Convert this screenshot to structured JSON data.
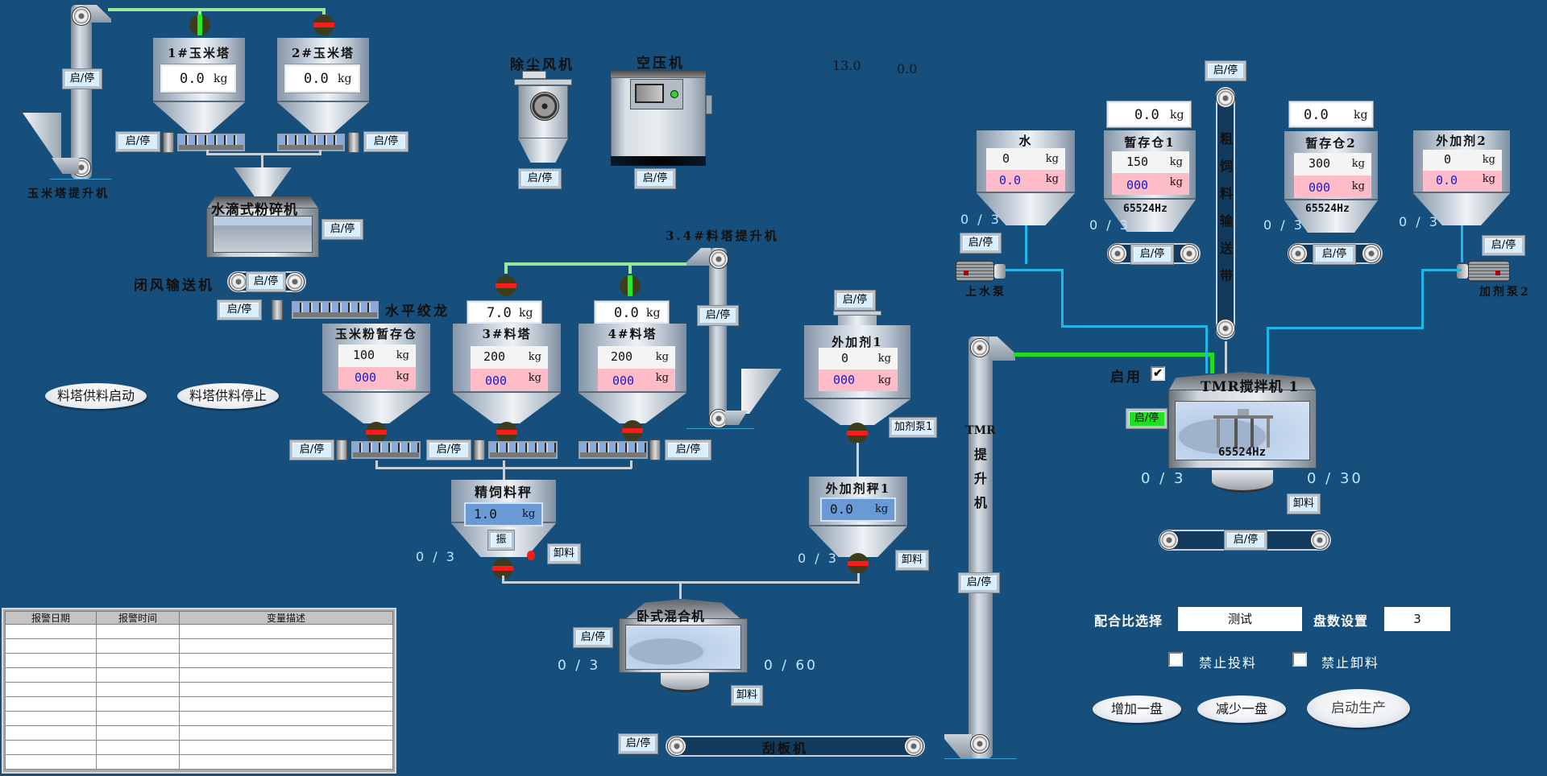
{
  "colors": {
    "background": "#174f7c",
    "button_bg": "#d9efff",
    "running_button": "#20e020",
    "valve_closed": "#ff1a1a",
    "valve_open": "#22ee22",
    "water_pipe": "#1fb7ea",
    "feed_pipe_active": "#22dd22",
    "setpoint_row": "#f4f4f4",
    "actual_row": "#fdbcc8"
  },
  "common": {
    "start_stop": "启/停",
    "unit_kg": "kg",
    "discharge": "卸料",
    "vibrate": "振"
  },
  "top_readouts": {
    "value_a": "13.0",
    "value_b": "0.0"
  },
  "corn_elevator": {
    "label": "玉米塔提升机",
    "button": "启/停"
  },
  "corn_tower_1": {
    "title": "1#玉米塔",
    "weight": "0.0",
    "unit": "kg",
    "valve": "open",
    "screw_button": "启/停"
  },
  "corn_tower_2": {
    "title": "2#玉米塔",
    "weight": "0.0",
    "unit": "kg",
    "valve": "closed",
    "screw_button": "启/停"
  },
  "crusher": {
    "title": "水滴式粉碎机",
    "button": "启/停"
  },
  "dust_fan": {
    "title": "除尘风机",
    "button": "启/停"
  },
  "air_compressor": {
    "title": "空压机",
    "button": "启/停",
    "status_light": "#22dd22"
  },
  "airlock_conveyor": {
    "label": "闭风输送机",
    "button": "启/停"
  },
  "horizontal_auger": {
    "label": "水平绞龙",
    "button": "启/停"
  },
  "feed_tower_elevator": {
    "label": "3.4#料塔提升机",
    "button": "启/停"
  },
  "corn_powder_bin": {
    "title": "玉米粉暂存仓",
    "setpoint": "100",
    "actual": "000",
    "unit": "kg",
    "screw_button": "启/停",
    "valve": "closed"
  },
  "feed_tower_3": {
    "title": "3#料塔",
    "weight": "7.0",
    "setpoint": "200",
    "actual": "000",
    "unit": "kg",
    "screw_button": "启/停",
    "valve_top": "closed",
    "valve_bottom": "closed"
  },
  "feed_tower_4": {
    "title": "4#料塔",
    "weight": "0.0",
    "setpoint": "200",
    "actual": "000",
    "unit": "kg",
    "screw_button": "启/停",
    "valve_top": "open",
    "valve_bottom": "closed"
  },
  "additive_1": {
    "title": "外加剂1",
    "setpoint": "0",
    "actual": "000",
    "unit": "kg",
    "top_button": "启/停",
    "pump_button": "加剂泵1"
  },
  "concentrate_scale": {
    "title": "精饲料秤",
    "weight": "1.0",
    "unit": "kg",
    "vibrate_button": "振",
    "discharge_button": "卸料",
    "count": "0 / 3"
  },
  "additive_scale_1": {
    "title": "外加剂秤1",
    "weight": "0.0",
    "unit": "kg",
    "discharge_button": "卸料",
    "count": "0 / 3"
  },
  "feed_supply": {
    "start_button": "料塔供料启动",
    "stop_button": "料塔供料停止"
  },
  "horizontal_mixer": {
    "title": "卧式混合机",
    "button": "启/停",
    "discharge_button": "卸料",
    "batch_count": "0 / 3",
    "timer": "0 / 60"
  },
  "scraper": {
    "label": "刮板机",
    "button": "启/停"
  },
  "tmr_elevator": {
    "label_top": "TMR",
    "label_chars": [
      "提",
      "升",
      "机"
    ],
    "button": "启/停"
  },
  "water": {
    "title": "水",
    "setpoint": "0",
    "actual": "0.0",
    "unit": "kg",
    "count": "0 / 3",
    "pump_label": "上水泵",
    "pump_button": "启/停"
  },
  "temp_bin_1": {
    "title": "暂存仓1",
    "weight": "0.0",
    "setpoint": "150",
    "actual": "000",
    "unit": "kg",
    "frequency": "65524Hz",
    "count": "0 / 3",
    "belt_button": "启/停"
  },
  "roughage_belt": {
    "label_chars": [
      "粗",
      "饲",
      "料",
      "输",
      "送",
      "带"
    ],
    "button": "启/停"
  },
  "temp_bin_2": {
    "title": "暂存仓2",
    "weight": "0.0",
    "setpoint": "300",
    "actual": "000",
    "unit": "kg",
    "frequency": "65524Hz",
    "count": "0 / 3",
    "belt_button": "启/停"
  },
  "additive_2": {
    "title": "外加剂2",
    "setpoint": "0",
    "actual": "0.0",
    "unit": "kg",
    "count": "0 / 3",
    "pump_label": "加剂泵2",
    "pump_button": "启/停"
  },
  "tmr_mixer": {
    "title": "TMR搅拌机 1",
    "enable_label": "启用",
    "enabled": true,
    "button": "启/停",
    "running": true,
    "frequency": "65524Hz",
    "batch_count": "0 / 3",
    "timer": "0 / 30",
    "discharge_button": "卸料",
    "belt_button": "启/停"
  },
  "production": {
    "recipe_label": "配合比选择",
    "recipe_value": "测试",
    "batch_label": "盘数设置",
    "batch_value": "3",
    "no_feed_label": "禁止投料",
    "no_feed_checked": false,
    "no_discharge_label": "禁止卸料",
    "no_discharge_checked": false,
    "add_batch": "增加一盘",
    "reduce_batch": "减少一盘",
    "start_production": "启动生产"
  },
  "alarm_table": {
    "columns": [
      "报警日期",
      "报警时间",
      "变量描述"
    ],
    "rows": [
      [
        "",
        "",
        ""
      ],
      [
        "",
        "",
        ""
      ],
      [
        "",
        "",
        ""
      ],
      [
        "",
        "",
        ""
      ],
      [
        "",
        "",
        ""
      ],
      [
        "",
        "",
        ""
      ],
      [
        "",
        "",
        ""
      ],
      [
        "",
        "",
        ""
      ],
      [
        "",
        "",
        ""
      ],
      [
        "",
        "",
        ""
      ]
    ]
  }
}
